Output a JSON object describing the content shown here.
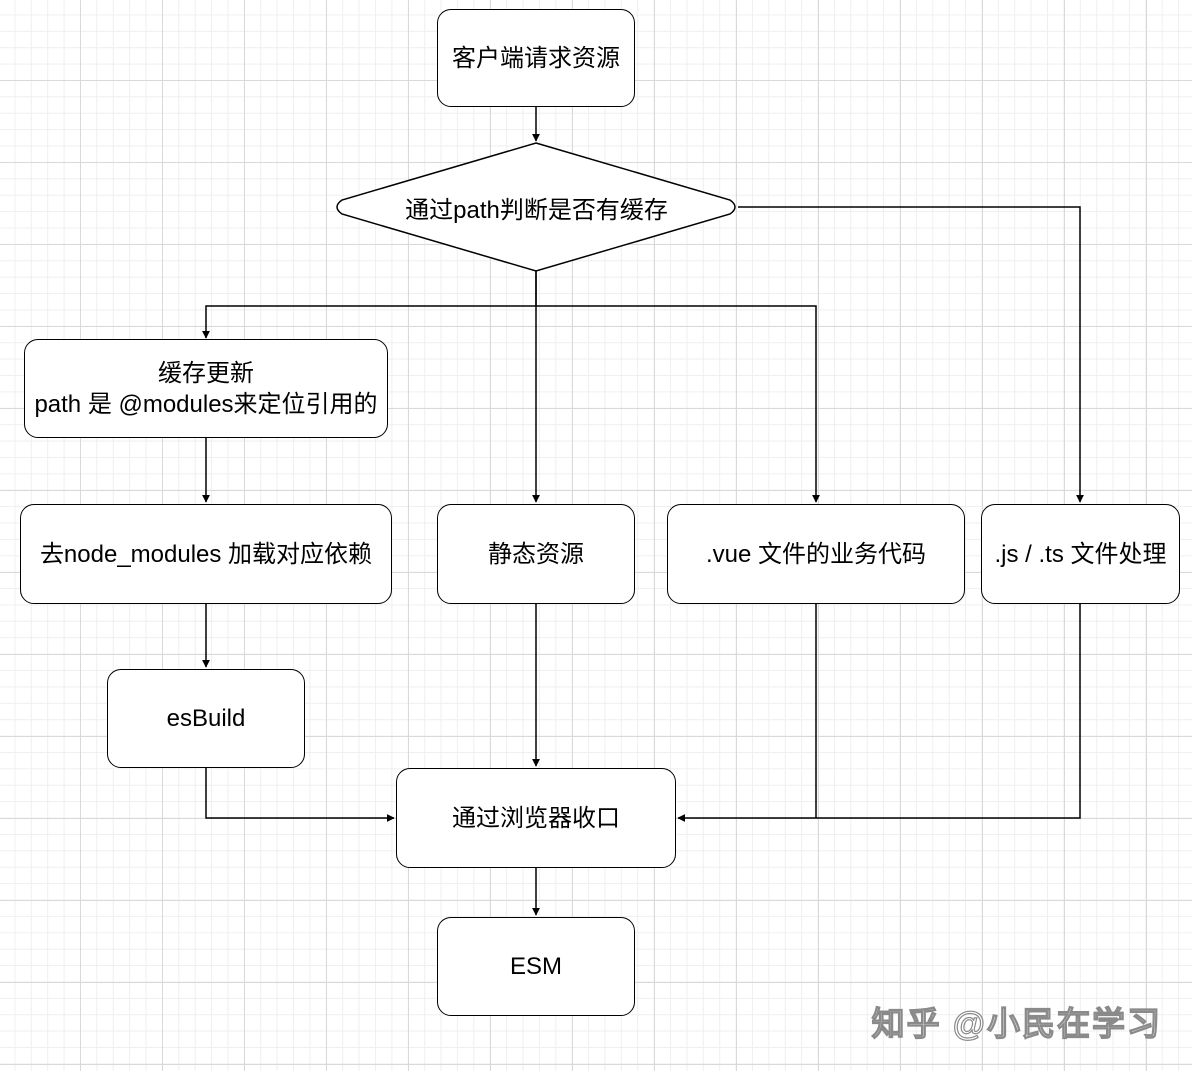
{
  "nodes": {
    "request": "客户端请求资源",
    "decision": "通过path判断是否有缓存",
    "cache_update": {
      "line1": "缓存更新",
      "line2": "path 是 @modules来定位引用的"
    },
    "node_modules": "去node_modules 加载对应依赖",
    "static": "静态资源",
    "vue": ".vue 文件的业务代码",
    "jsts": ".js / .ts 文件处理",
    "esbuild": "esBuild",
    "browser": "通过浏览器收口",
    "esm": "ESM"
  },
  "watermark": "知乎 @小民在学习",
  "colors": {
    "stroke": "#000000",
    "fill": "#ffffff",
    "grid_major": "#d9d9d9",
    "grid_minor": "#efefef"
  }
}
